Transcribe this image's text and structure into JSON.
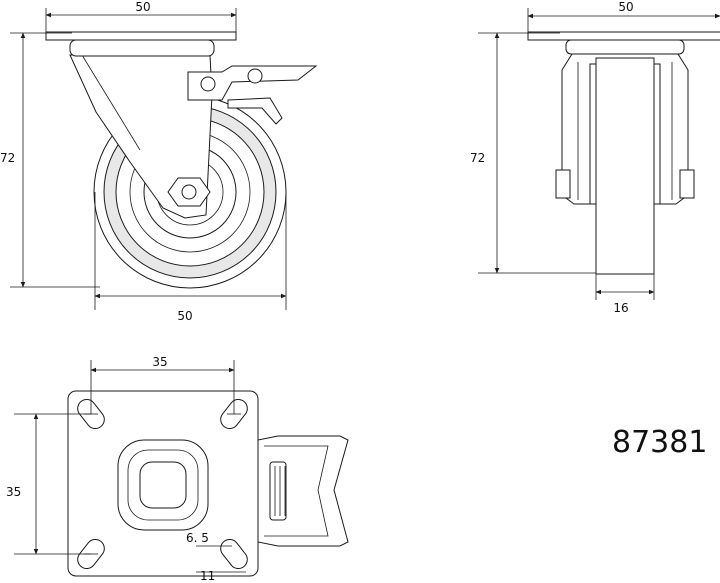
{
  "model_code": "87381",
  "side_view": {
    "plate_width": "50",
    "height": "72",
    "wheel_diameter": "50"
  },
  "front_view": {
    "plate_width": "50",
    "height": "72",
    "wheel_width": "16"
  },
  "top_view": {
    "hole_spacing_x": "35",
    "hole_spacing_y": "35",
    "slot_width": "6. 5",
    "slot_length": "11"
  }
}
